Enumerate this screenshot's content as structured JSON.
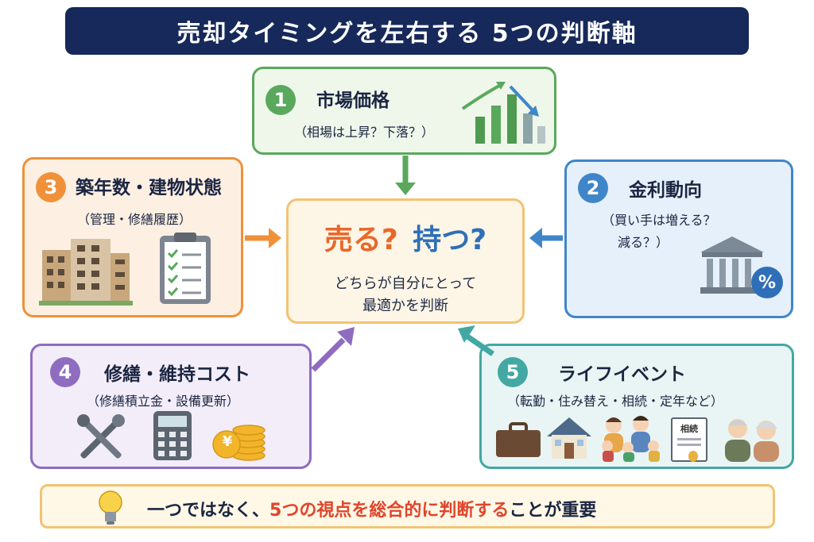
{
  "title": "売却タイミングを左右する 5つの判断軸",
  "center": {
    "q_sell": "売る?",
    "q_keep": "持つ?",
    "line1": "どちらが自分にとって",
    "line2": "最適かを判断"
  },
  "cards": {
    "c1": {
      "num": "1",
      "heading": "市場価格",
      "sub": "（相場は上昇？下落？）"
    },
    "c2": {
      "num": "2",
      "heading": "金利動向",
      "sub1": "（買い手は増える？",
      "sub2": "減る？）",
      "badge": "%"
    },
    "c3": {
      "num": "3",
      "heading": "築年数・建物状態",
      "sub": "（管理・修繕履歴）"
    },
    "c4": {
      "num": "4",
      "heading": "修繕・維持コスト",
      "sub": "（修繕積立金・設備更新）",
      "coin": "¥"
    },
    "c5": {
      "num": "5",
      "heading": "ライフイベント",
      "sub": "（転勤・住み替え・相続・定年など）",
      "doc_label": "相続"
    }
  },
  "bottom": {
    "pre": "一つではなく、",
    "highlight": "5つの視点を総合的に判断する",
    "post": "ことが重要"
  },
  "colors": {
    "navy": "#16295a",
    "green": "#5aa85c",
    "blue": "#3f86c9",
    "orange": "#f0913a",
    "purple": "#8e6cc0",
    "teal": "#43a8a3",
    "red": "#e0452b"
  },
  "icons": [
    "bar-chart-trend-icon",
    "bank-percent-icon",
    "apartment-building-icon",
    "checklist-clipboard-icon",
    "tools-icon",
    "calculator-icon",
    "yen-coins-icon",
    "briefcase-icon",
    "house-icon",
    "family-icon",
    "inheritance-document-icon",
    "elderly-couple-icon",
    "lightbulb-icon"
  ]
}
